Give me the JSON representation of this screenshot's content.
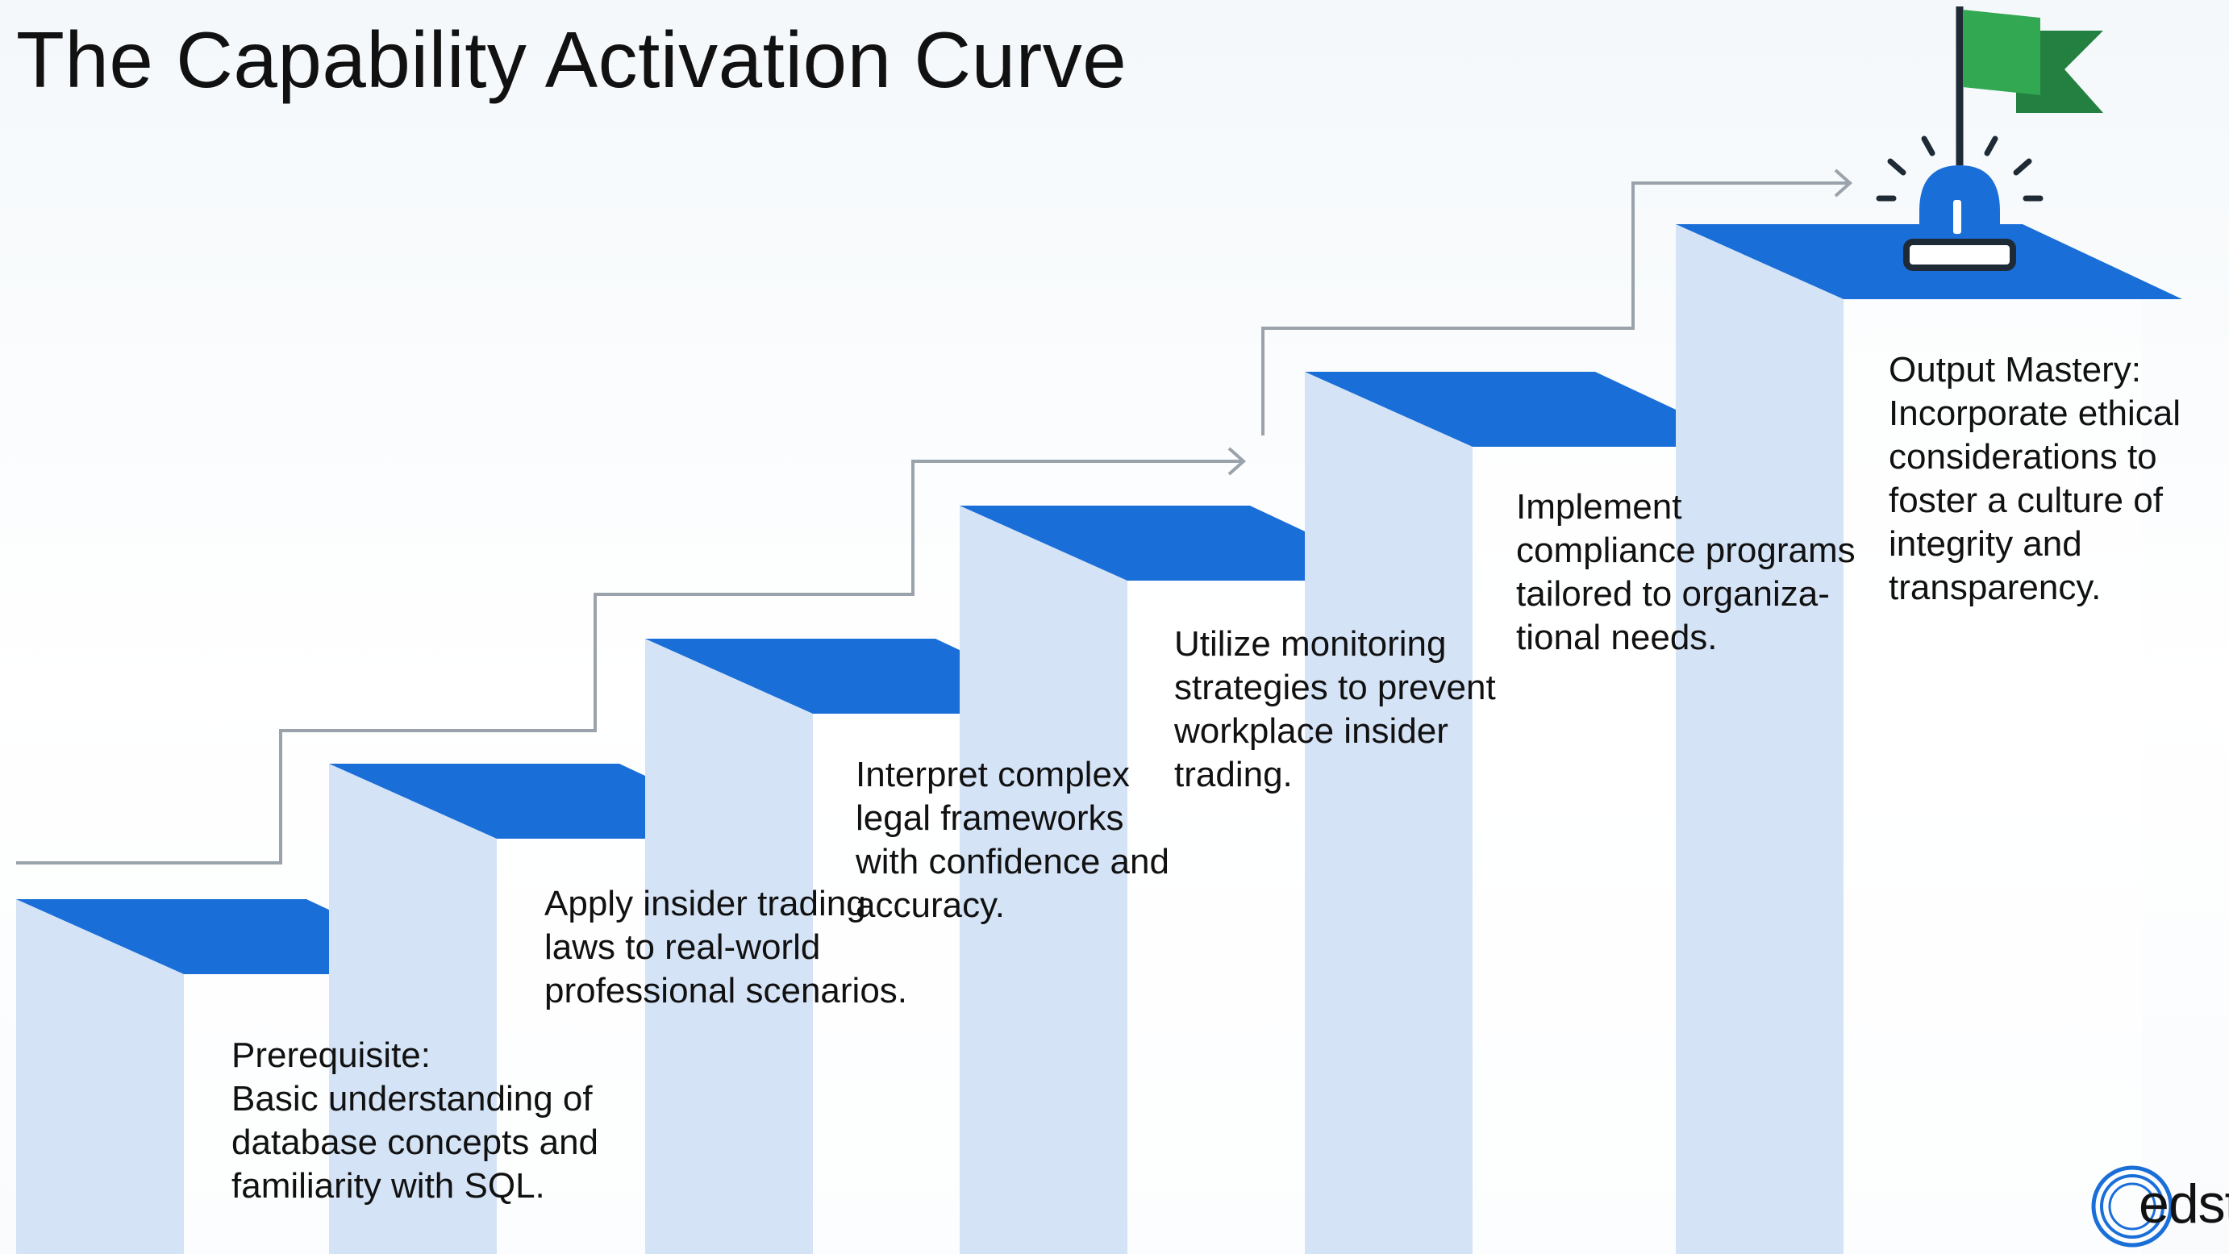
{
  "title": "The Capability Activation Curve",
  "steps": [
    {
      "text": "Prerequisite:\nBasic understanding of\ndatabase concepts and\nfamiliarity with SQL."
    },
    {
      "text": "Apply insider trading\nlaws to real-world\nprofessional scenarios."
    },
    {
      "text": "Interpret complex\nlegal frameworks\nwith confidence and\naccuracy."
    },
    {
      "text": "Utilize monitoring\nstrategies to prevent\nworkplace insider\ntrading."
    },
    {
      "text": "Implement\ncompliance programs\ntailored to organiza-\ntional needs."
    },
    {
      "text": "Output Mastery:\nIncorporate ethical\nconsiderations to\nfoster a culture of\nintegrity and\ntransparency."
    }
  ],
  "icons": {
    "goal": "siren-beacon-icon",
    "flag": "flag-icon",
    "logo": "edstellar-logo-icon"
  },
  "logo": {
    "text": "edstellar"
  },
  "colors": {
    "tread": "#1a6ed8",
    "riser": "#d5e3f6",
    "side": "#c9dbf2",
    "path": "#9aa3ab",
    "flag": "#32a852",
    "flag_dark": "#238040",
    "beacon": "#1a6ed8",
    "logo_ring": "#1a6ed8"
  }
}
